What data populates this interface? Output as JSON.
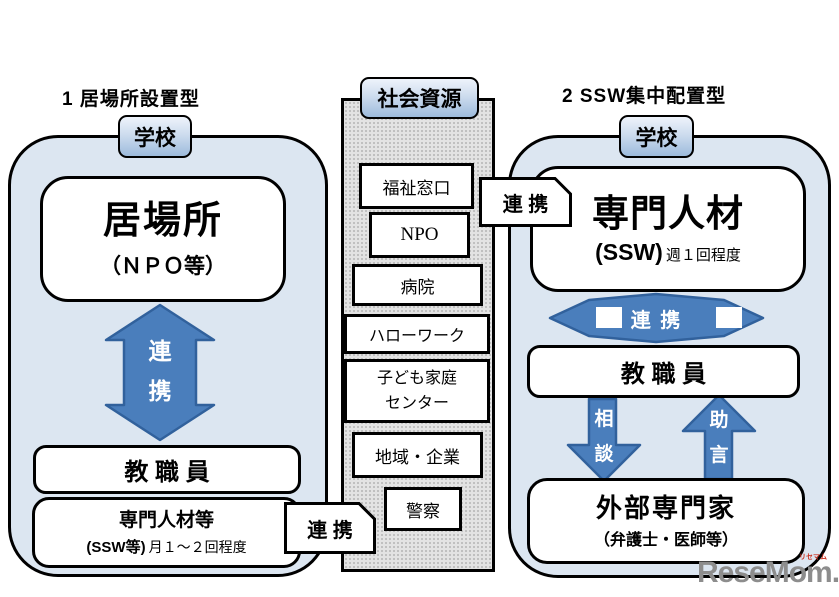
{
  "left_panel": {
    "title": "1 居場所設置型",
    "school_badge": "学校",
    "main_box": {
      "title": "居場所",
      "subtitle": "（ＮＰＯ等）"
    },
    "arrow_label": {
      "char1": "連",
      "char2": "携"
    },
    "staff_box": "教 職 員",
    "expert_box": {
      "title": "専門人材等",
      "note_bold": "(SSW等)",
      "note": "月１～２回程度"
    },
    "renkei_callout": "連 携"
  },
  "center_column": {
    "badge": "社会資源",
    "resources": [
      {
        "l1": "福祉窓口"
      },
      {
        "l1": "NPO"
      },
      {
        "l1": "病院"
      },
      {
        "l1": "ハローワーク"
      },
      {
        "l1": "子ども家庭",
        "l2": "センター"
      },
      {
        "l1": "地域・企業"
      },
      {
        "l1": "警察"
      }
    ]
  },
  "right_panel": {
    "title": "2 SSW集中配置型",
    "school_badge": "学校",
    "renkei_callout": "連 携",
    "main_box": {
      "title": "専門人材",
      "note_bold": "(SSW)",
      "note": "週１回程度"
    },
    "h_arrow_label": "連 携",
    "staff_box": "教 職 員",
    "down_arrow": {
      "char1": "相",
      "char2": "談"
    },
    "up_arrow": {
      "char1": "助",
      "char2": "言"
    },
    "bottom_box": {
      "title": "外部専門家",
      "subtitle": "（弁護士・医師等）"
    }
  },
  "watermark": {
    "text": "ReseMom.",
    "ruby": "リセマム"
  },
  "colors": {
    "panel_bg": "#dce6f1",
    "arrow_fill": "#4a7ebc",
    "arrow_stroke": "#31619c",
    "badge_gradient_top": "#eef3fb",
    "badge_gradient_bottom": "#9dbbdc",
    "column_bg": "#e3e3e3"
  }
}
